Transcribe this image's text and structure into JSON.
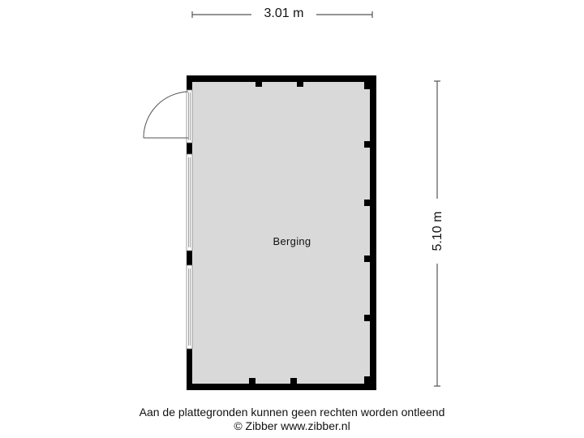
{
  "floorplan": {
    "dimensions": {
      "width_label": "3.01 m",
      "height_label": "5.10 m"
    },
    "rooms": [
      {
        "name": "Berging"
      }
    ],
    "colors": {
      "wall": "#000000",
      "floor": "#d9d9d9",
      "dimension_line": "#555555",
      "text": "#111111"
    }
  },
  "footer": {
    "disclaimer": "Aan de plattegronden kunnen geen rechten worden ontleend",
    "copyright": "© Zibber www.zibber.nl"
  }
}
